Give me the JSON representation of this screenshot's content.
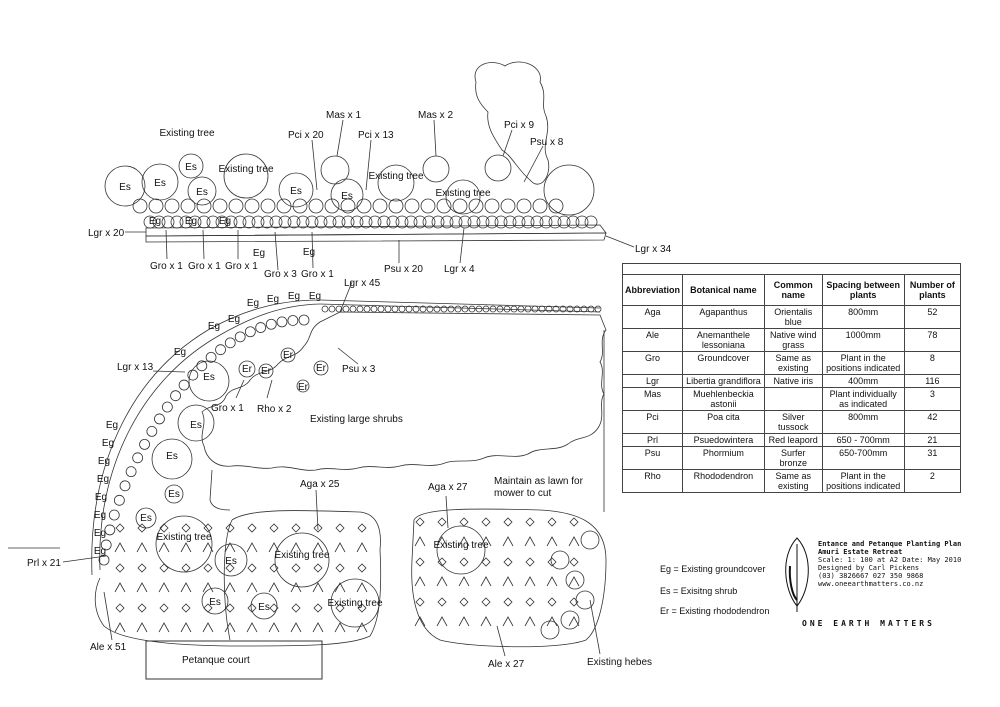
{
  "top_labels": {
    "existing_tree_a": "Existing tree",
    "existing_tree_b": "Existing tree",
    "existing_tree_c": "Existing tree",
    "existing_tree_d": "Existing tree",
    "mas1": "Mas x 1",
    "mas2": "Mas x 2",
    "pci20": "Pci x 20",
    "pci13": "Pci x 13",
    "pci9": "Pci x 9",
    "psu8": "Psu x 8",
    "lgr20": "Lgr x 20",
    "lgr34": "Lgr x 34",
    "lgr4": "Lgr x 4",
    "psu20": "Psu x 20",
    "gro1a": "Gro x 1",
    "gro1b": "Gro x 1",
    "gro1c": "Gro x 1",
    "gro3": "Gro x 3",
    "gro1d": "Gro x 1"
  },
  "bottom_labels": {
    "lgr45": "Lgr x 45",
    "lgr13": "Lgr x 13",
    "psu3": "Psu x 3",
    "gro1": "Gro x 1",
    "rho2": "Rho x 2",
    "existing_large_shrubs": "Existing large shrubs",
    "aga25": "Aga x 25",
    "aga27": "Aga x 27",
    "lawn_line1": "Maintain as lawn for",
    "lawn_line2": "mower to cut",
    "prl21": "Prl x 21",
    "ale51": "Ale x 51",
    "ale27": "Ale x 27",
    "existing_hebes": "Existing hebes",
    "petanque_court": "Petanque court",
    "existing_tree_1": "Existing tree",
    "existing_tree_2": "Existing tree",
    "existing_tree_3": "Existing tree",
    "existing_tree_4": "Existing tree"
  },
  "codes": {
    "es": "Es",
    "eg": "Eg",
    "er": "Er"
  },
  "table": {
    "headers": [
      "Abbreviation",
      "Botanical name",
      "Common name",
      "Spacing between plants",
      "Number of plants"
    ],
    "rows": [
      [
        "Aga",
        "Agapanthus",
        "Orientalis blue",
        "800mm",
        "52"
      ],
      [
        "Ale",
        "Anemanthele lessoniana",
        "Native wind grass",
        "1000mm",
        "78"
      ],
      [
        "Gro",
        "Groundcover",
        "Same as existing",
        "Plant in the positions indicated",
        "8"
      ],
      [
        "Lgr",
        "Libertia grandiflora",
        "Native iris",
        "400mm",
        "116"
      ],
      [
        "Mas",
        "Muehlenbeckia astonii",
        "",
        "Plant individually as indicated",
        "3"
      ],
      [
        "Pci",
        "Poa cita",
        "Silver tussock",
        "800mm",
        "42"
      ],
      [
        "Prl",
        "Psuedowintera",
        "Red leapord",
        "650 - 700mm",
        "21"
      ],
      [
        "Psu",
        "Phormium",
        "Surfer bronze",
        "650-700mm",
        "31"
      ],
      [
        "Rho",
        "Rhododendron",
        "Same as existing",
        "Plant in the positions indicated",
        "2"
      ]
    ]
  },
  "legend": [
    "Eg =  Existing groundcover",
    "Es =  Exisitng shrub",
    "Er =  Existing rhododendron"
  ],
  "title_block": {
    "title": "Entance and Petanque Planting Plan",
    "subtitle": "Amuri Estate Retreat",
    "scale_date": "Scale: 1: 100 at A2  Date: May 2010",
    "designer": "Designed by Carl Pickens",
    "phones": "(03) 3826667        027 350 9868",
    "website": "www.oneearthmatters.co.nz",
    "brand": "ONE EARTH MATTERS"
  }
}
